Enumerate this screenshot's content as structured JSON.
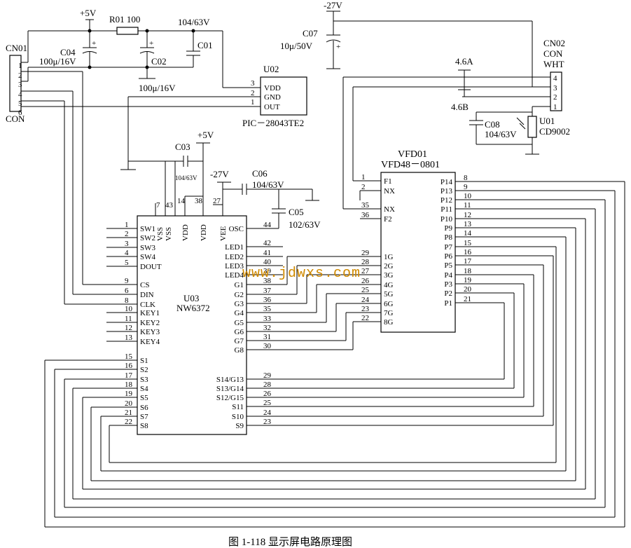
{
  "caption": "图 1-118   显示屏电路原理图",
  "watermark": "www.jdwxs.com",
  "power": {
    "p5v_top": "+5V",
    "p5v_mid": "+5V",
    "n27v_top": "-27V",
    "n27v_mid": "-27V"
  },
  "cn01": {
    "name": "CN01",
    "type": "CON",
    "pins": [
      "1",
      "2",
      "3",
      "4",
      "5",
      "6"
    ]
  },
  "cn02": {
    "name": "CN02",
    "type1": "CON",
    "type2": "WHT",
    "pins": [
      "4",
      "3",
      "2",
      "1"
    ]
  },
  "components": {
    "r01": "R01 100",
    "c04_name": "C04",
    "c04_val": "100μ/16V",
    "c02_name": "C02",
    "c02_val": "100μ/16V",
    "c01_name": "C01",
    "c01_val": "104/63V",
    "c07_name": "C07",
    "c07_val": "10μ/50V",
    "c03_name": "C03",
    "c03_val": "104/63V",
    "c06_name": "C06",
    "c06_val": "104/63V",
    "c05_name": "C05",
    "c05_val": "102/63V",
    "c08_name": "C08",
    "c08_val": "104/63V",
    "v46a": "4.6A",
    "v46b": "4.6B",
    "u01_name": "U01",
    "u01_part": "CD9002"
  },
  "u02": {
    "name": "U02",
    "part": "PIC－28043TE2",
    "pins": [
      {
        "num": "3",
        "label": "VDD"
      },
      {
        "num": "2",
        "label": "GND"
      },
      {
        "num": "1",
        "label": "OUT"
      }
    ]
  },
  "u03": {
    "name": "U03",
    "part": "NW6372",
    "top_pins": [
      {
        "num": "7",
        "label": "VSS"
      },
      {
        "num": "43",
        "label": "VSS"
      },
      {
        "num": "14",
        "label": "VDD"
      },
      {
        "num": "38",
        "label": "VDD"
      },
      {
        "num": "27",
        "label": "VEE"
      }
    ],
    "left_pins": [
      {
        "num": "1",
        "label": "SW1"
      },
      {
        "num": "2",
        "label": "SW2"
      },
      {
        "num": "3",
        "label": "SW3"
      },
      {
        "num": "4",
        "label": "SW4"
      },
      {
        "num": "5",
        "label": "DOUT"
      },
      {
        "num": "9",
        "label": "CS"
      },
      {
        "num": "6",
        "label": "DIN"
      },
      {
        "num": "8",
        "label": "CLK"
      },
      {
        "num": "10",
        "label": "KEY1"
      },
      {
        "num": "11",
        "label": "KEY2"
      },
      {
        "num": "12",
        "label": "KEY3"
      },
      {
        "num": "13",
        "label": "KEY4"
      },
      {
        "num": "15",
        "label": "S1"
      },
      {
        "num": "16",
        "label": "S2"
      },
      {
        "num": "17",
        "label": "S3"
      },
      {
        "num": "18",
        "label": "S4"
      },
      {
        "num": "19",
        "label": "S5"
      },
      {
        "num": "20",
        "label": "S6"
      },
      {
        "num": "21",
        "label": "S7"
      },
      {
        "num": "22",
        "label": "S8"
      }
    ],
    "right_pins": [
      {
        "num": "44",
        "label": "OSC"
      },
      {
        "num": "42",
        "label": "LED1"
      },
      {
        "num": "41",
        "label": "LED2"
      },
      {
        "num": "40",
        "label": "LED3"
      },
      {
        "num": "39",
        "label": "LED4"
      },
      {
        "num": "38",
        "label": "G1"
      },
      {
        "num": "37",
        "label": "G2"
      },
      {
        "num": "36",
        "label": "G3"
      },
      {
        "num": "35",
        "label": "G4"
      },
      {
        "num": "33",
        "label": "G5"
      },
      {
        "num": "32",
        "label": "G6"
      },
      {
        "num": "31",
        "label": "G7"
      },
      {
        "num": "30",
        "label": "G8"
      },
      {
        "num": "29",
        "label": "S14/G13"
      },
      {
        "num": "28",
        "label": "S13/G14"
      },
      {
        "num": "26",
        "label": "S12/G15"
      },
      {
        "num": "25",
        "label": "S11"
      },
      {
        "num": "24",
        "label": "S10"
      },
      {
        "num": "23",
        "label": "S9"
      }
    ]
  },
  "vfd01": {
    "name": "VFD01",
    "part": "VFD48－0801",
    "left_pins": [
      {
        "num": "1",
        "label": "F1"
      },
      {
        "num": "2",
        "label": "NX"
      },
      {
        "num": "35",
        "label": "NX"
      },
      {
        "num": "36",
        "label": "F2"
      },
      {
        "num": "29",
        "label": "1G"
      },
      {
        "num": "28",
        "label": "2G"
      },
      {
        "num": "27",
        "label": "3G"
      },
      {
        "num": "26",
        "label": "4G"
      },
      {
        "num": "25",
        "label": "5G"
      },
      {
        "num": "24",
        "label": "6G"
      },
      {
        "num": "23",
        "label": "7G"
      },
      {
        "num": "22",
        "label": "8G"
      }
    ],
    "right_pins": [
      {
        "num": "8",
        "label": "P14"
      },
      {
        "num": "9",
        "label": "P13"
      },
      {
        "num": "10",
        "label": "P12"
      },
      {
        "num": "11",
        "label": "P11"
      },
      {
        "num": "12",
        "label": "P10"
      },
      {
        "num": "13",
        "label": "P9"
      },
      {
        "num": "14",
        "label": "P8"
      },
      {
        "num": "15",
        "label": "P7"
      },
      {
        "num": "16",
        "label": "P6"
      },
      {
        "num": "17",
        "label": "P5"
      },
      {
        "num": "18",
        "label": "P4"
      },
      {
        "num": "19",
        "label": "P3"
      },
      {
        "num": "20",
        "label": "P2"
      },
      {
        "num": "21",
        "label": "P1"
      }
    ]
  }
}
